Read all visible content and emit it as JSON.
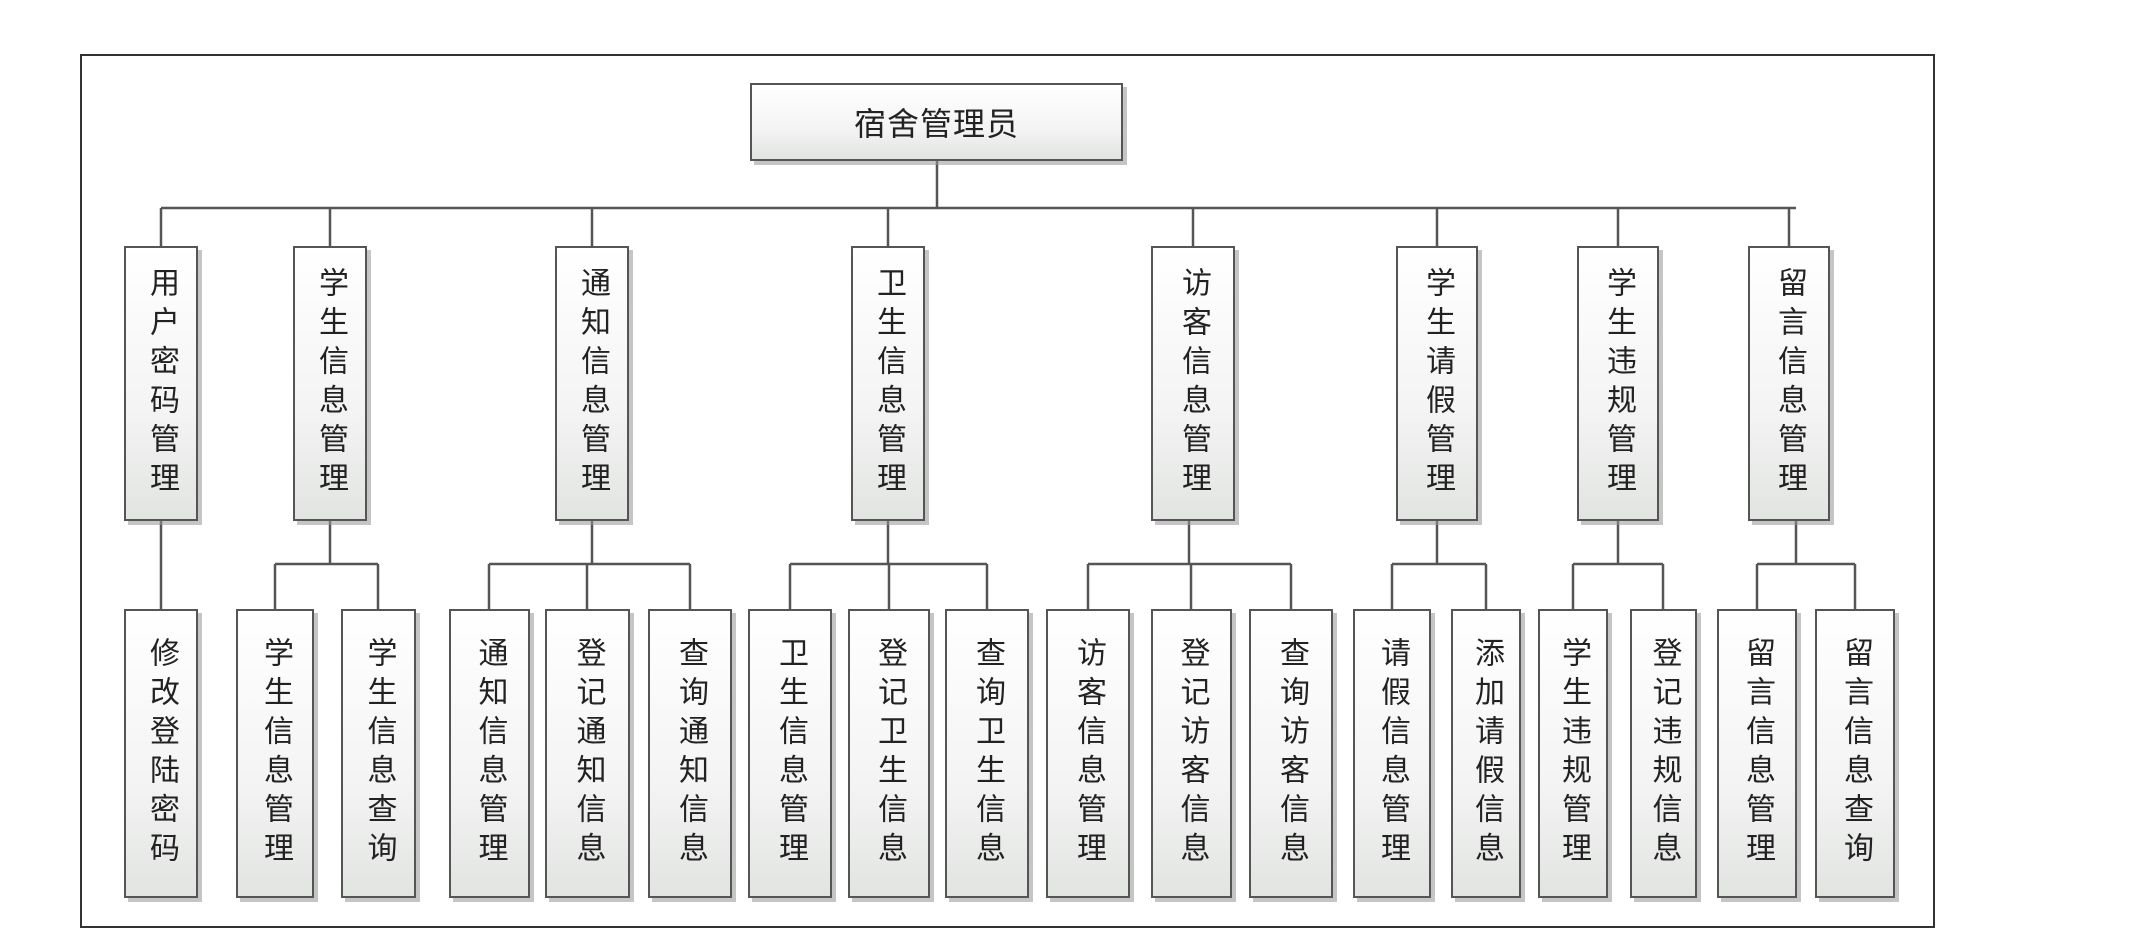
{
  "root": {
    "label": "宿舍管理员"
  },
  "modules": [
    {
      "label": "用户密码管理",
      "children": [
        "修改登陆密码"
      ]
    },
    {
      "label": "学生信息管理",
      "children": [
        "学生信息管理",
        "学生信息查询"
      ]
    },
    {
      "label": "通知信息管理",
      "children": [
        "通知信息管理",
        "登记通知信息",
        "查询通知信息"
      ]
    },
    {
      "label": "卫生信息管理",
      "children": [
        "卫生信息管理",
        "登记卫生信息",
        "查询卫生信息"
      ]
    },
    {
      "label": "访客信息管理",
      "children": [
        "访客信息管理",
        "登记访客信息",
        "查询访客信息"
      ]
    },
    {
      "label": "学生请假管理",
      "children": [
        "请假信息管理",
        "添加请假信息"
      ]
    },
    {
      "label": "学生违规管理",
      "children": [
        "学生违规管理",
        "登记违规信息"
      ]
    },
    {
      "label": "留言信息管理",
      "children": [
        "留言信息管理",
        "留言信息查询"
      ]
    }
  ]
}
